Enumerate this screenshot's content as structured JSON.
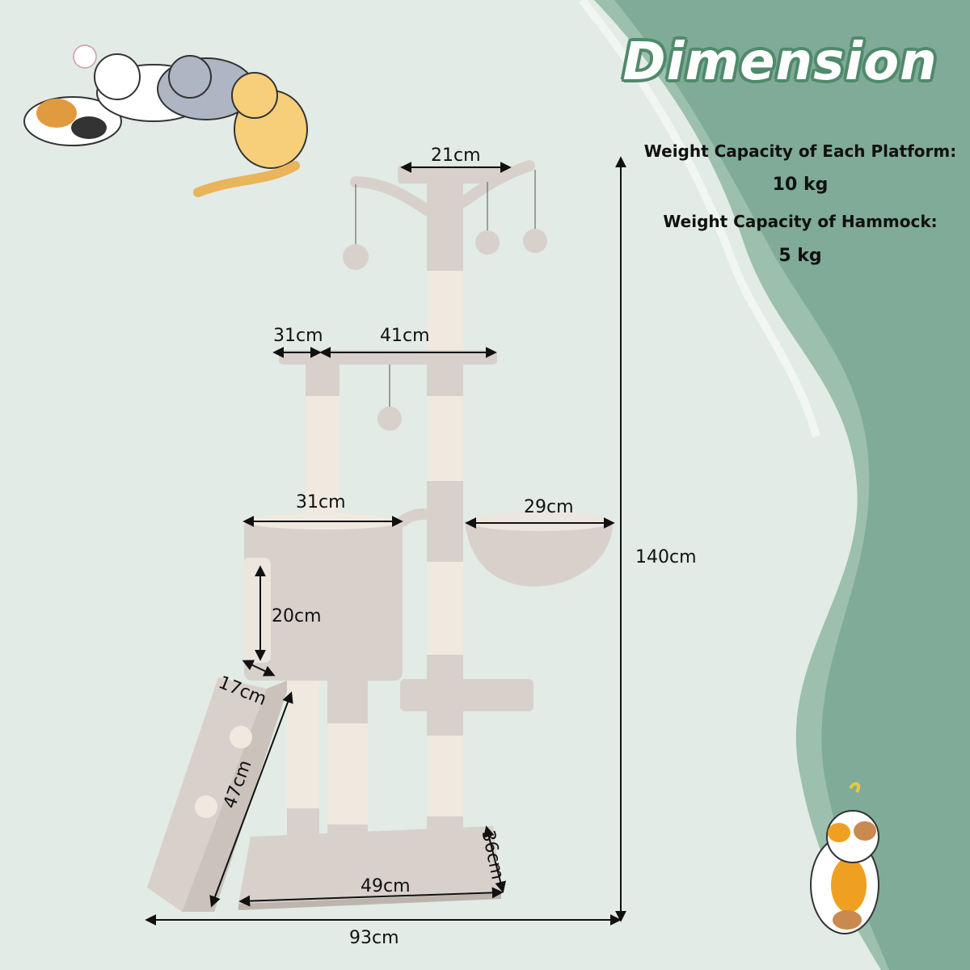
{
  "title": "Dimension",
  "specs": {
    "platform_label": "Weight Capacity of Each Platform:",
    "platform_value": "10 kg",
    "hammock_label": "Weight Capacity of Hammock:",
    "hammock_value": "5 kg"
  },
  "dimensions": {
    "top_platform": "21cm",
    "platform_depth": "31cm",
    "platform_width": "41cm",
    "condo_width": "31cm",
    "hammock": "29cm",
    "condo_opening_height": "20cm",
    "condo_opening_width": "17cm",
    "ladder": "47cm",
    "base_depth": "36cm",
    "base_width": "49cm",
    "overall_height": "140cm",
    "overall_width": "93cm"
  },
  "colors": {
    "background": "#e2ebe5",
    "panel": "#80ab98",
    "panel_light": "#9cbfae",
    "plush": "#d8d1cb",
    "sisal": "#efe9df",
    "title_outline": "#4f8a6a"
  }
}
